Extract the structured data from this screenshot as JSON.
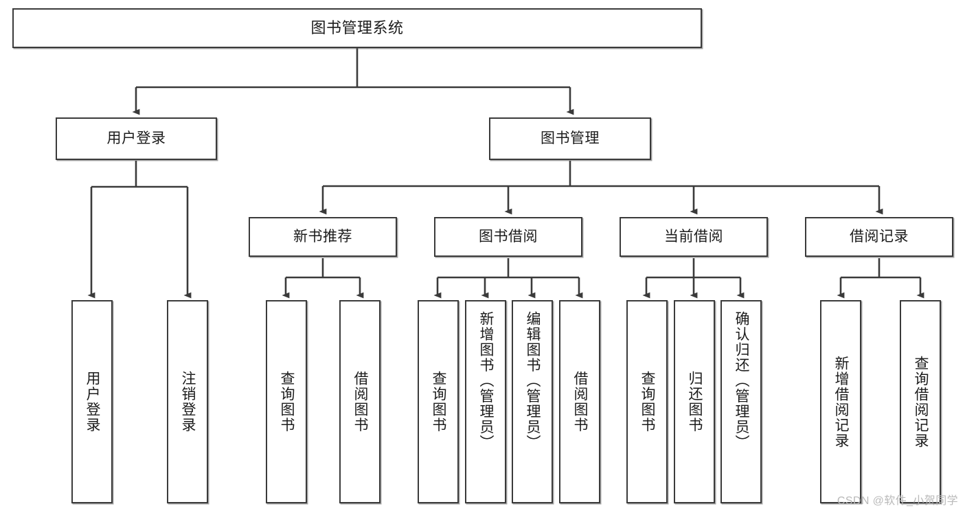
{
  "diagram": {
    "title": "图书管理系统",
    "watermark": "CSDN @软件_小贺同学",
    "colors": {
      "stroke": "#3a3a3a",
      "fill": "#ffffff",
      "text": "#1b1b1b",
      "watermark": "#b9b9b9"
    },
    "root": {
      "label": "图书管理系统"
    },
    "level2": [
      {
        "label": "用户登录"
      },
      {
        "label": "图书管理"
      }
    ],
    "level3": [
      {
        "label": "新书推荐"
      },
      {
        "label": "图书借阅"
      },
      {
        "label": "当前借阅"
      },
      {
        "label": "借阅记录"
      }
    ],
    "leaves": {
      "user_login": [
        {
          "label": "用户登录"
        },
        {
          "label": "注销登录"
        }
      ],
      "new_book": [
        {
          "label": "查询图书"
        },
        {
          "label": "借阅图书"
        }
      ],
      "book_borrow": [
        {
          "label": "查询图书"
        },
        {
          "label": "新增图书（管理员）"
        },
        {
          "label": "编辑图书（管理员）"
        },
        {
          "label": "借阅图书"
        }
      ],
      "current_borrow": [
        {
          "label": "查询图书"
        },
        {
          "label": "归还图书"
        },
        {
          "label": "确认归还（管理员）"
        }
      ],
      "borrow_record": [
        {
          "label": "新增借阅记录"
        },
        {
          "label": "查询借阅记录"
        }
      ]
    }
  }
}
